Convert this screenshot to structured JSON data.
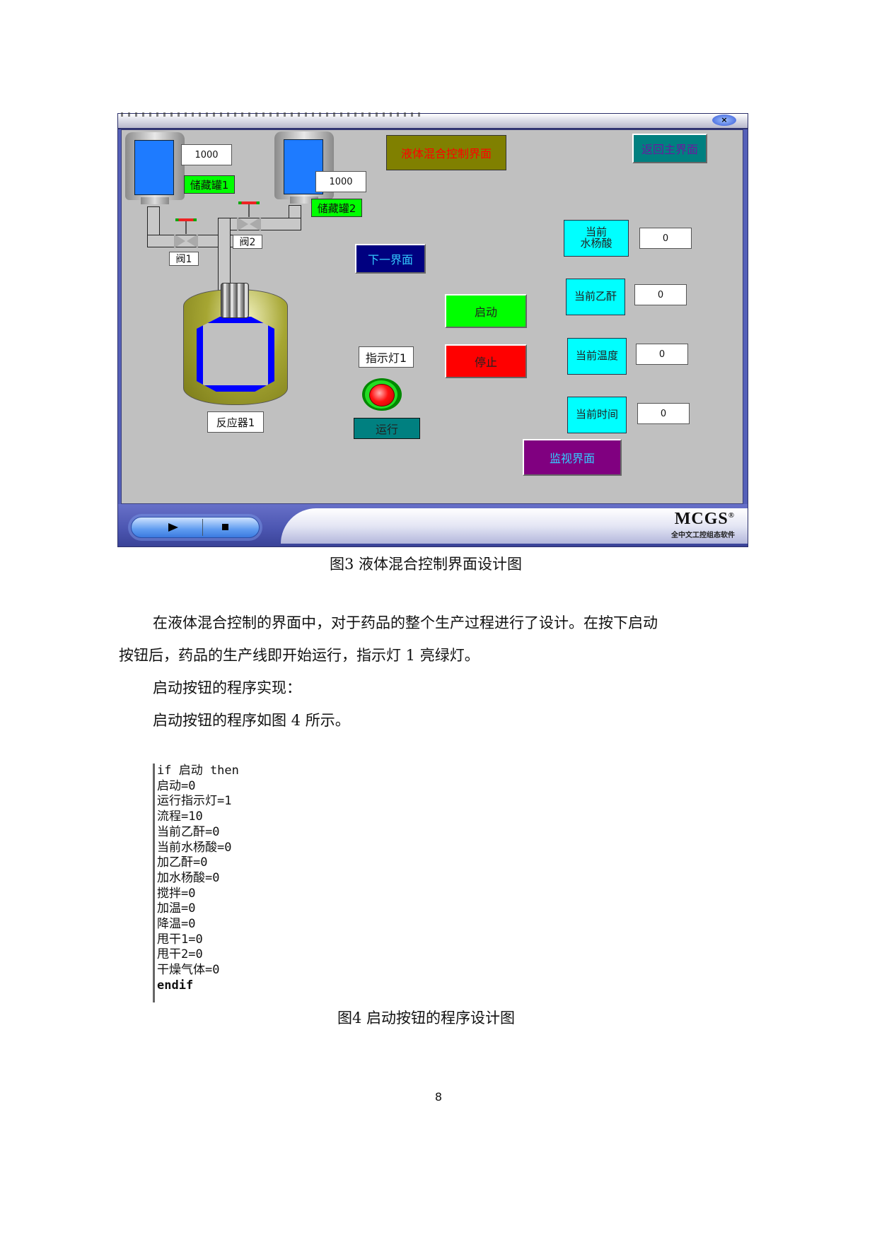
{
  "figure3": {
    "window": {
      "close_icon": "×",
      "title_label": "液体混合控制界面",
      "back_button": "返回主界面",
      "next_button": "下一界面",
      "monitor_button": "监视界面",
      "start_button": "启动",
      "stop_button": "停止",
      "indicator_label": "指示灯1",
      "run_label": "运行",
      "reactor_label": "反应器1",
      "tank1": {
        "value": "1000",
        "label": "储藏罐1"
      },
      "tank2": {
        "value": "1000",
        "label": "储藏罐2"
      },
      "valve1_label": "阀1",
      "valve2_label": "阀2",
      "readouts": [
        {
          "label_line1": "当前",
          "label_line2": "水杨酸",
          "value": "0"
        },
        {
          "label": "当前乙酐",
          "value": "0"
        },
        {
          "label": "当前温度",
          "value": "0"
        },
        {
          "label": "当前时间",
          "value": "0"
        }
      ],
      "logo": {
        "name": "MCGS",
        "reg": "®",
        "subtitle": "全中文工控组态软件"
      },
      "colors": {
        "canvas": "#c0c0c0",
        "tank_liquid": "#1e7bff",
        "green_label": "#00ff00",
        "title_bg": "#808000",
        "title_text": "#ff0000",
        "back_bg": "#008080",
        "back_text": "#6a1aa0",
        "next_bg": "#000080",
        "next_text": "#33ccff",
        "start_bg": "#00ff00",
        "stop_bg": "#ff0000",
        "run_bg": "#008080",
        "monitor_bg": "#800080",
        "readout_bg": "#00ffff"
      }
    },
    "caption": "图3  液体混合控制界面设计图"
  },
  "body": {
    "para1_line1": "在液体混合控制的界面中，对于药品的整个生产过程进行了设计。在按下启动",
    "para1_line2": "按钮后，药品的生产线即开始运行，指示灯 1 亮绿灯。",
    "para2": "启动按钮的程序实现：",
    "para3": "启动按钮的程序如图 4 所示。"
  },
  "figure4": {
    "code_lines": [
      "if 启动 then",
      "启动=0",
      "运行指示灯=1",
      "流程=10",
      "当前乙酐=0",
      "当前水杨酸=0",
      "加乙酐=0",
      "加水杨酸=0",
      "搅拌=0",
      "加温=0",
      "降温=0",
      "甩干1=0",
      "甩干2=0",
      "干燥气体=0",
      "endif"
    ],
    "caption": "图4  启动按钮的程序设计图"
  },
  "page_number": "8"
}
